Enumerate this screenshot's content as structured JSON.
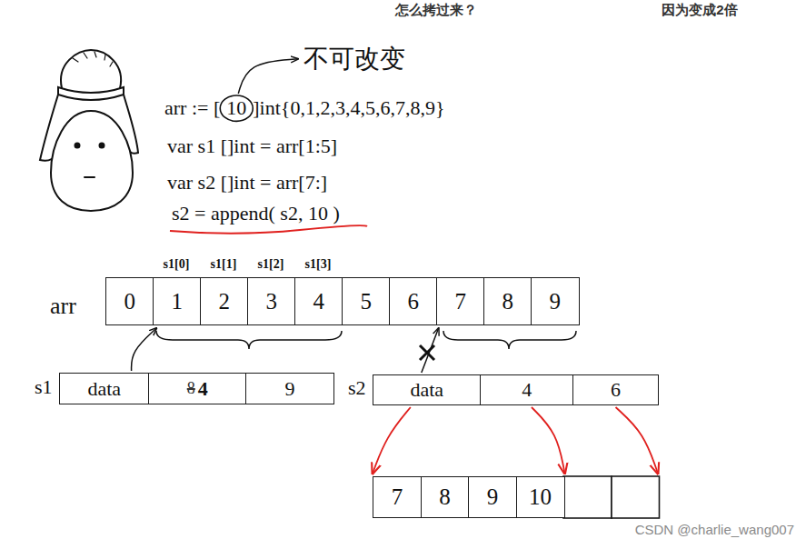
{
  "diagram": {
    "nodes": [
      {
        "text": [
          "0"
        ]
      },
      {
        "text": [
          "1"
        ]
      },
      {
        "text": [
          "2"
        ]
      },
      {
        "text": [
          "3"
        ]
      },
      {
        "text": [
          "4"
        ]
      },
      {
        "text": [
          "5"
        ]
      },
      {
        "text": [
          "6"
        ]
      },
      {
        "text": [
          "7"
        ]
      },
      {
        "text": [
          "8"
        ]
      },
      {
        "text": [
          "9"
        ]
      },
      {
        "text": [
          "data"
        ]
      },
      {
        "text": [
          "8",
          "4"
        ]
      },
      {
        "text": [
          "9"
        ]
      },
      {
        "text": [
          "data"
        ]
      },
      {
        "text": [
          "4"
        ]
      },
      {
        "text": [
          "6"
        ]
      },
      {
        "text": [
          "7"
        ]
      },
      {
        "text": [
          "8"
        ]
      },
      {
        "text": [
          "9"
        ]
      },
      {
        "text": [
          "10"
        ]
      }
    ],
    "edges": [
      {
        "from": 10,
        "to": 1,
        "arrow": "to"
      },
      {
        "from": 13,
        "to": 7,
        "arrow": "to"
      },
      {
        "from": 13,
        "to": 16,
        "arrow": "to"
      },
      {
        "from": 14,
        "to": 19,
        "arrow": "to"
      }
    ],
    "labels": [
      "怎么拷过来？",
      "因为变成2倍",
      "不可改变",
      "arr := [",
      "10",
      "]int{0,1,2,3,4,5,6,7,8,9}",
      "var s1 []int = arr[1:5]",
      "var s2 []int = arr[7:]",
      "s2 = append( s2, 10 )",
      "s1[0]",
      "s1[1]",
      "s1[2]",
      "s1[3]",
      "arr",
      "s1",
      "s2",
      "CSDN @charlie_wang007"
    ]
  }
}
